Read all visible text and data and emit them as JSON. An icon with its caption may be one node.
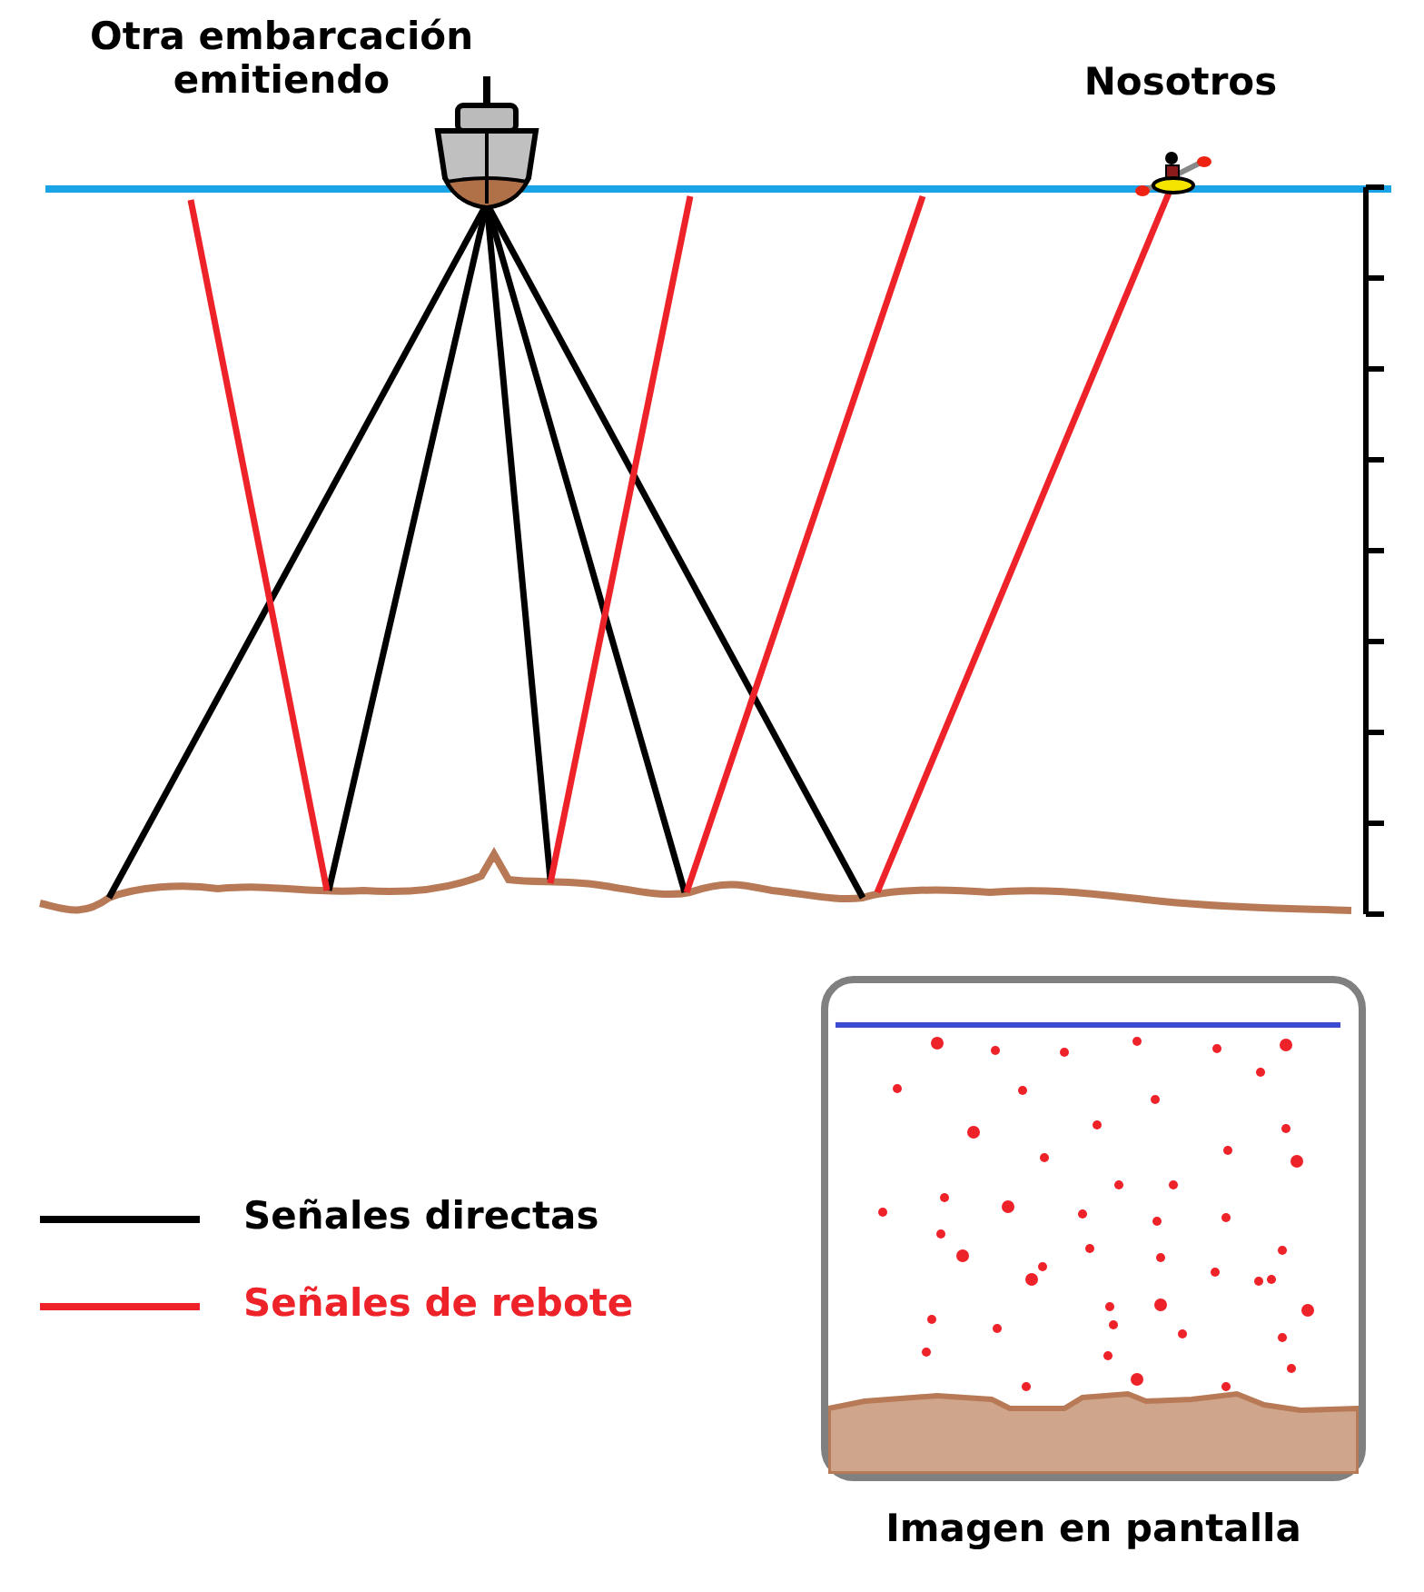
{
  "diagram": {
    "nodes": [
      {
        "text": [],
        "shape": "picture",
        "beside": [
          "Otra embarcación emitiendo"
        ]
      },
      {
        "text": [],
        "shape": "picture",
        "beside": [
          "Nosotros"
        ]
      },
      {
        "text": [
          "Imagen en pantalla"
        ]
      }
    ],
    "legend": [
      {
        "text": "Señales directas"
      },
      {
        "text": "Señales de rebote"
      }
    ]
  }
}
